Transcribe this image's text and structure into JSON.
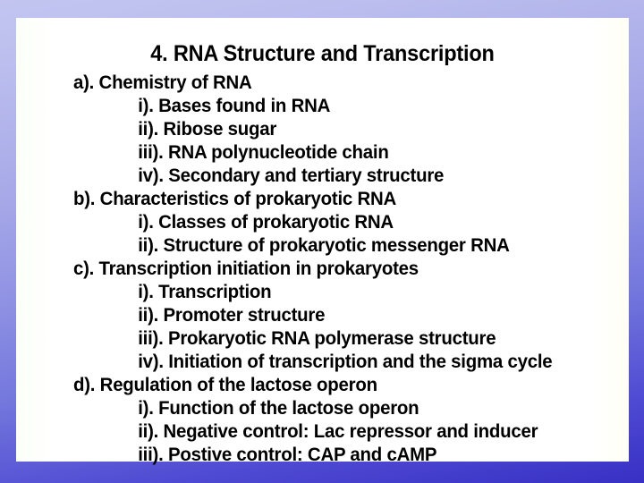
{
  "slide": {
    "title": "4. RNA Structure and Transcription",
    "background_top_color": "#bcbfee",
    "background_bottom_color": "#3730c4",
    "panel_color": "#ffffff",
    "text_color": "#000000",
    "outline": [
      {
        "level": 1,
        "text": "a). Chemistry of RNA"
      },
      {
        "level": 2,
        "text": "i). Bases found in RNA"
      },
      {
        "level": 2,
        "text": "ii). Ribose sugar"
      },
      {
        "level": 2,
        "text": "iii). RNA polynucleotide chain"
      },
      {
        "level": 2,
        "text": "iv). Secondary and tertiary structure"
      },
      {
        "level": 1,
        "text": "b). Characteristics of prokaryotic RNA"
      },
      {
        "level": 2,
        "text": "i). Classes of prokaryotic RNA"
      },
      {
        "level": 2,
        "text": "ii). Structure of prokaryotic messenger RNA"
      },
      {
        "level": 1,
        "text": "c). Transcription initiation in prokaryotes"
      },
      {
        "level": 2,
        "text": "i). Transcription"
      },
      {
        "level": 2,
        "text": "ii). Promoter structure"
      },
      {
        "level": 2,
        "text": "iii). Prokaryotic RNA polymerase structure"
      },
      {
        "level": 2,
        "text": "iv). Initiation of transcription and the sigma cycle"
      },
      {
        "level": 1,
        "text": "d). Regulation of the lactose operon"
      },
      {
        "level": 2,
        "text": "i). Function of the lactose operon"
      },
      {
        "level": 2,
        "text": "ii). Negative control: Lac repressor and inducer"
      },
      {
        "level": 2,
        "text": "iii). Postive control: CAP and cAMP"
      }
    ]
  }
}
